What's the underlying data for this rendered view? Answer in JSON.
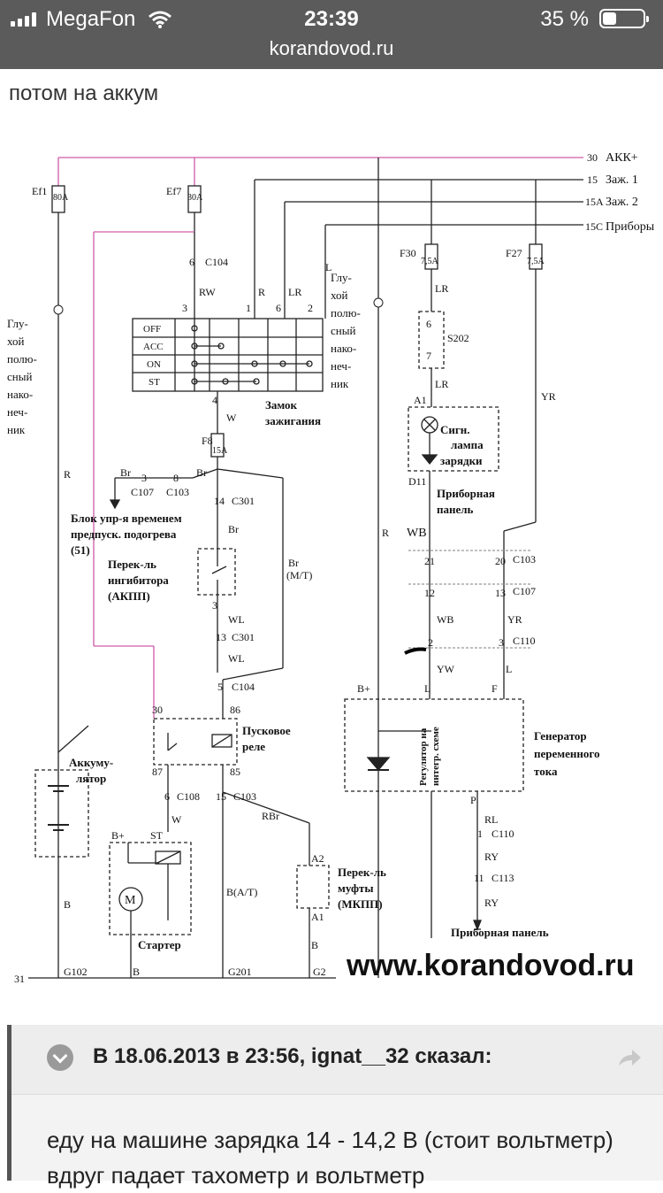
{
  "status_bar": {
    "carrier": "MegaFon",
    "time": "23:39",
    "battery": "35 %",
    "battery_level": 0.35
  },
  "browser": {
    "url": "korandovod.ru"
  },
  "post": {
    "intro": "потом на аккум"
  },
  "diagram": {
    "rails": {
      "r30": "30",
      "akk": "АКК+",
      "r15": "15",
      "zaz1": "Заж. 1",
      "r15a": "15А",
      "zaz2": "Заж. 2",
      "r15c": "15С",
      "pribory": "Приборы"
    },
    "fuses": {
      "ef1": "Ef1",
      "ef1_a": "80A",
      "ef7": "Ef7",
      "ef7_a": "30A",
      "f30": "F30",
      "f30_a": "7,5A",
      "f27": "F27",
      "f27_a": "7,5A",
      "f8": "F8",
      "f8_a": "15A"
    },
    "wires": {
      "rw": "RW",
      "r": "R",
      "lr": "LR",
      "l": "L",
      "w": "W",
      "wl": "WL",
      "wb": "WB",
      "yr": "YR",
      "yw": "YW",
      "f": "F",
      "p": "P",
      "rl": "RL",
      "ry": "RY",
      "br": "Br",
      "br_mt": "(M/T)",
      "rbr": "RBr",
      "b": "B",
      "bat": "B(A/T)",
      "bplus": "B+",
      "st": "ST"
    },
    "pins": {
      "p3": "3",
      "p1": "1",
      "p6": "6",
      "p2": "2",
      "p4": "4",
      "p14": "14",
      "p13": "13",
      "p5": "5",
      "p30": "30",
      "p86": "86",
      "p87": "87",
      "p85": "85",
      "p15": "15",
      "p21": "21",
      "p20": "20",
      "p12": "12",
      "p7": "7",
      "p8": "8",
      "a1": "A1",
      "a2": "A2",
      "d11": "D11",
      "p31": "31",
      "p11": "11"
    },
    "connectors": {
      "c104": "C104",
      "c107": "C107",
      "c103": "C103",
      "c301": "C301",
      "c108": "C108",
      "c110": "C110",
      "c113": "C113",
      "s202": "S202",
      "g102": "G102",
      "g201": "G201",
      "g2": "G2"
    },
    "switch_positions": [
      "OFF",
      "ACC",
      "ON",
      "ST"
    ],
    "labels": {
      "gluhoy_left": [
        "Глу-",
        "хой",
        "полю-",
        "сный",
        "нако-",
        "неч-",
        "ник"
      ],
      "gluhoy_mid": [
        "Глу-",
        "хой",
        "полю-",
        "сный",
        "нако-",
        "неч-",
        "ник"
      ],
      "zamok": [
        "Замок",
        "зажигания"
      ],
      "signal_lamp": [
        "Сигн.",
        "лампа",
        "зарядки"
      ],
      "pribornaya": [
        "Приборная",
        "панель"
      ],
      "blok": [
        "Блок упр-я временем",
        "предпуск. подогрева",
        "(51)"
      ],
      "inhibitor": [
        "Перек-ль",
        "ингибитора",
        "(АКПП)"
      ],
      "pusk_rele": [
        "Пусковое",
        "реле"
      ],
      "akkum": [
        "Аккуму-",
        "лятор"
      ],
      "starter": "Стартер",
      "mufta": [
        "Перек-ль",
        "муфты",
        "(МКПП)"
      ],
      "generator": [
        "Генератор",
        "переменного",
        "тока"
      ],
      "regulator": [
        "Регулятор на",
        "интегр. схеме"
      ],
      "pribornaya_bottom": "Приборная панель",
      "motor": "M",
      "site": "www.korandovod.ru"
    }
  },
  "quote": {
    "header": "В 18.06.2013 в 23:56, ignat__32 сказал:",
    "body": "еду на машине зарядка 14 - 14,2 В (стоит вольтметр) вдруг падает тахометр и вольтметр"
  }
}
